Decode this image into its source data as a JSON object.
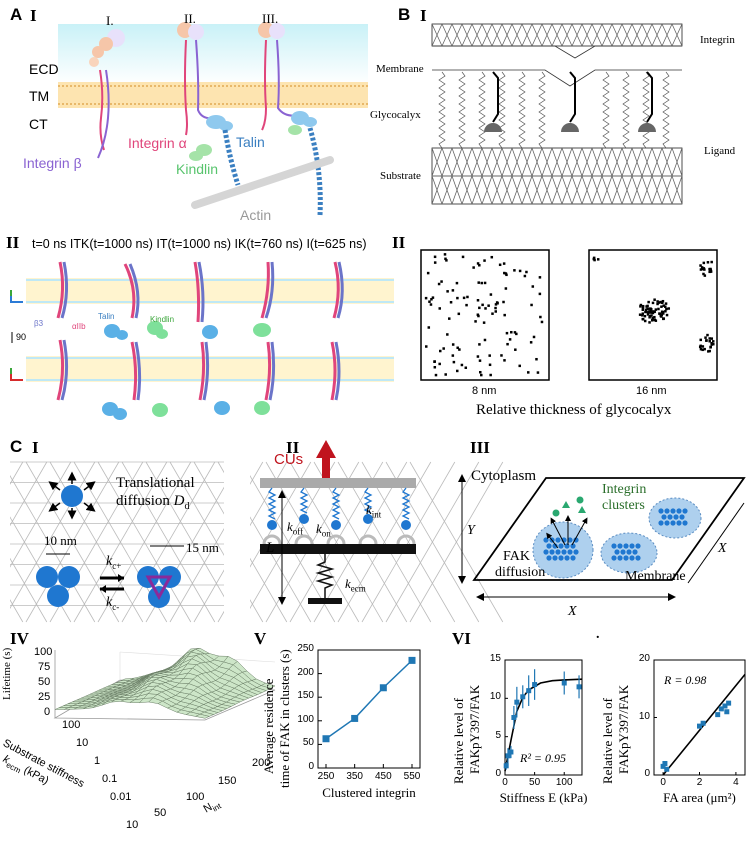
{
  "panelA": {
    "letter": "A",
    "sub1": "I",
    "stages": [
      "I.",
      "II.",
      "III."
    ],
    "layers": [
      "ECD",
      "TM",
      "CT"
    ],
    "integrin_alpha": "Integrin α",
    "integrin_beta": "Integrin β",
    "talin": "Talin",
    "kindlin": "Kindlin",
    "actin": "Actin",
    "sub2": "II",
    "md_labels": "t=0 ns ITK(t=1000 ns)  IT(t=1000 ns) IK(t=760 ns) I(t=625 ns)",
    "scale": "90",
    "small_talin": "Talin",
    "small_kindlin": "Kindlin",
    "small_beta": "β3",
    "small_alpha": "αIIb"
  },
  "panelB": {
    "letter": "B",
    "sub1": "I",
    "membrane": "Membrane",
    "integrin": "Integrin",
    "glycocalyx": "Glycocalyx",
    "ligand": "Ligand",
    "substrate": "Substrate",
    "sub2": "II",
    "thick_left": "8 nm",
    "thick_right": "16 nm",
    "caption": "Relative thickness of glycocalyx"
  },
  "panelC": {
    "letter": "C",
    "sub1": "I",
    "translational": "Translational",
    "diffusion": "diffusion",
    "Dd": "D",
    "Dd_sub": "d",
    "ten_nm": "10 nm",
    "fifteen_nm": "15 nm",
    "kc_plus": "k",
    "kc_plus_sub": "c+",
    "kc_minus": "k",
    "kc_minus_sub": "c-",
    "sub2": "II",
    "cus": "CUs",
    "kint": "k",
    "kint_sub": "int",
    "koff": "k",
    "koff_sub": "off",
    "kon": "k",
    "kon_sub": "on",
    "L": "L",
    "kecm": "k",
    "kecm_sub": "ecm",
    "sub3": "III",
    "cytoplasm": "Cytoplasm",
    "integrin_clusters1": "Integrin",
    "integrin_clusters2": "clusters",
    "fak1": "FAK",
    "fak2": "diffusion",
    "membrane": "Membrane",
    "Y": "Y",
    "X1": "X",
    "X2": "X",
    "sub4": "IV",
    "surf_zlabel": "Lifetime (s)",
    "surf_zticks": [
      "100",
      "75",
      "50",
      "25",
      "0"
    ],
    "surf_ylabel1": "Substrate stiffness",
    "surf_ylabel2": "k",
    "surf_ylabel2_sub": "ecm",
    "surf_ylabel2_unit": " (kPa)",
    "surf_yticks": [
      "100",
      "10",
      "1",
      "0.1",
      "0.01"
    ],
    "surf_xlabel": "N",
    "surf_xlabel_sub": "int",
    "surf_xticks": [
      "10",
      "50",
      "100",
      "150",
      "200"
    ],
    "sub5": "V",
    "sub6": "VI",
    "dot": "."
  },
  "colors": {
    "accent_blue": "#1f77b4",
    "talin": "#4aa3df",
    "kindlin": "#58c46d",
    "alpha": "#e0457b",
    "beta": "#8a63d2",
    "red_arrow": "#c0141e",
    "surface": "#cde6c8",
    "membrane": "#fde4b0"
  },
  "chart_data": [
    {
      "type": "line",
      "x": [
        250,
        350,
        450,
        550
      ],
      "series": [
        {
          "values": [
            62,
            105,
            170,
            228
          ]
        }
      ],
      "xlabel": "Clustered integrin",
      "ylabel": "Average residence time of FAK in clusters (s)",
      "ylim": [
        0,
        250
      ],
      "yticks": [
        0,
        50,
        100,
        150,
        200,
        250
      ],
      "xticks": [
        250,
        350,
        450,
        550
      ],
      "grid": false
    },
    {
      "type": "scatter",
      "x": [
        2,
        5,
        10,
        15,
        20,
        30,
        40,
        50,
        100,
        125
      ],
      "series": [
        {
          "values": [
            1.2,
            2.5,
            3.0,
            7.5,
            9.5,
            10.2,
            11.0,
            11.8,
            12.0,
            11.5
          ],
          "errors": [
            0.5,
            1.0,
            0.8,
            1.5,
            2.0,
            1.5,
            2.0,
            2.0,
            1.5,
            1.5
          ]
        }
      ],
      "fit": {
        "x": [
          0,
          10,
          20,
          30,
          40,
          60,
          80,
          100,
          130
        ],
        "y": [
          0.5,
          4.5,
          8.3,
          10.1,
          11.1,
          12.0,
          12.3,
          12.4,
          12.5
        ]
      },
      "annotation": "R² = 0.95",
      "xlabel": "Stiffness E (kPa)",
      "ylabel": "Relative level of FAKpY397/FAK",
      "xlim": [
        0,
        130
      ],
      "ylim": [
        0,
        15
      ],
      "xticks": [
        0,
        50,
        100
      ],
      "yticks": [
        0,
        5,
        10,
        15
      ],
      "grid": false
    },
    {
      "type": "scatter",
      "x": [
        0,
        0.1,
        0.2,
        2,
        2.2,
        3,
        3.2,
        3.4,
        3.5,
        3.6
      ],
      "series": [
        {
          "values": [
            1.5,
            2.0,
            1.0,
            8.5,
            9.0,
            10.5,
            11.5,
            12.0,
            11.0,
            12.5
          ]
        }
      ],
      "fit": {
        "x": [
          0,
          4.5
        ],
        "y": [
          0,
          17.5
        ]
      },
      "annotation": "R = 0.98",
      "xlabel": "FA area (μm²)",
      "ylabel": "Relative level of FAKpY397/FAK",
      "xlim": [
        -0.5,
        4.5
      ],
      "ylim": [
        0,
        20
      ],
      "xticks": [
        0,
        2,
        4
      ],
      "yticks": [
        0,
        10,
        20
      ],
      "grid": false
    }
  ]
}
